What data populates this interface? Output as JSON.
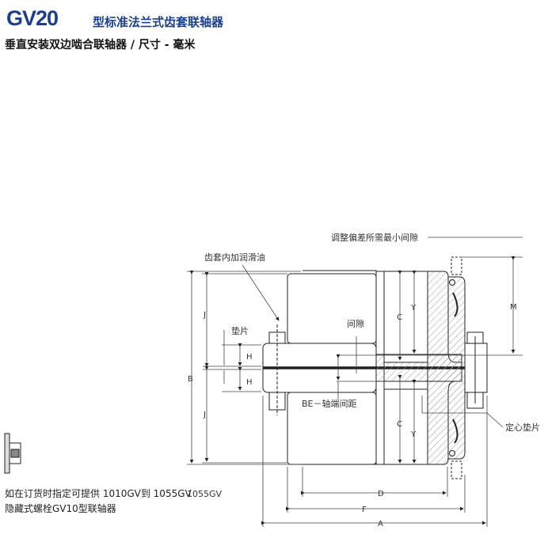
{
  "header": {
    "model": "GV20",
    "title": "型标准法兰式齿套联轴器",
    "subtitle": "垂直安装双边啮合联轴器 / 尺寸 - 毫米"
  },
  "diagram": {
    "min_gap_label": "调整偏差所需最小间隙",
    "lube_label": "齿套内加润滑油",
    "shim_label": "垫片",
    "gap_label": "间隙",
    "be_label": "BE－轴端间距",
    "centering_shim_label": "定心垫片",
    "model_label": "1055GV",
    "dims": {
      "A": "A",
      "B": "B",
      "C": "C",
      "D": "D",
      "F": "F",
      "H": "H",
      "J": "J",
      "M": "M",
      "Y": "Y"
    }
  },
  "notes": {
    "line1": "如在订货时指定可提供 1010GV到 1055GV",
    "line2": "隐藏式螺栓GV10型联轴器"
  }
}
